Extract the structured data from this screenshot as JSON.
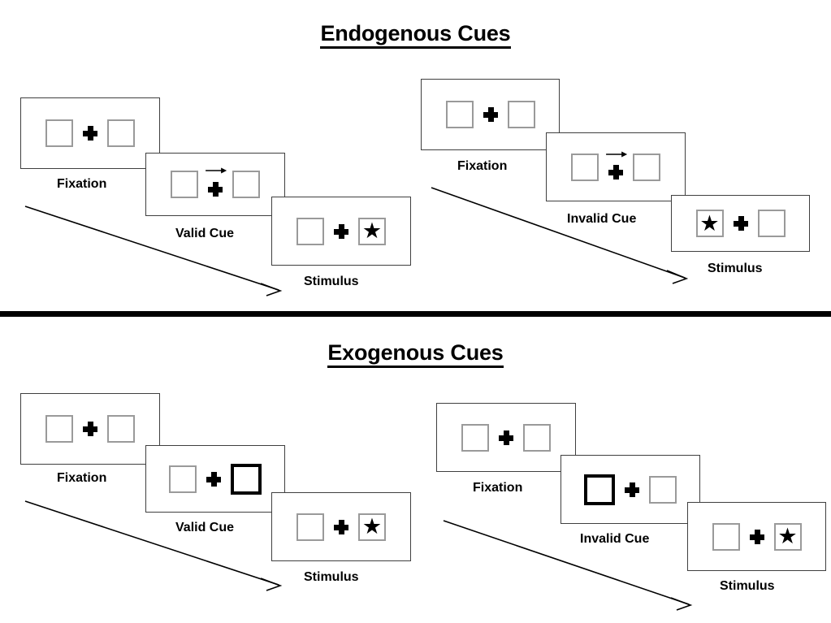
{
  "figure": {
    "title_top": "Endogenous Cues",
    "title_bottom": "Exogenous Cues"
  },
  "colors": {
    "ink": "#000000",
    "card_border": "#3f3f3f",
    "box_border": "#9a9a9a",
    "cue_box_border": "#000000",
    "background": "#ffffff"
  },
  "icons": {
    "fixation_cross": "plus-cross-icon",
    "star": "★",
    "cue_arrow": "arrow-right-icon",
    "flow_arrow": "diagonal-arrow-icon"
  },
  "sections": [
    {
      "id": "endogenous",
      "title": "Endogenous Cues",
      "sequences": [
        {
          "id": "endogenous-valid",
          "cue_type": "Valid Cue",
          "frames": [
            {
              "label": "Fixation",
              "left_box": "empty",
              "right_box": "empty",
              "cue": "none"
            },
            {
              "label": "Valid Cue",
              "left_box": "empty",
              "right_box": "empty",
              "cue": "arrow-right"
            },
            {
              "label": "Stimulus",
              "left_box": "empty",
              "right_box": "star",
              "cue": "none"
            }
          ]
        },
        {
          "id": "endogenous-invalid",
          "cue_type": "Invalid Cue",
          "frames": [
            {
              "label": "Fixation",
              "left_box": "empty",
              "right_box": "empty",
              "cue": "none"
            },
            {
              "label": "Invalid Cue",
              "left_box": "empty",
              "right_box": "empty",
              "cue": "arrow-right"
            },
            {
              "label": "Stimulus",
              "left_box": "star",
              "right_box": "empty",
              "cue": "none"
            }
          ]
        }
      ]
    },
    {
      "id": "exogenous",
      "title": "Exogenous Cues",
      "sequences": [
        {
          "id": "exogenous-valid",
          "cue_type": "Valid Cue",
          "frames": [
            {
              "label": "Fixation",
              "left_box": "empty",
              "right_box": "empty",
              "cue": "none"
            },
            {
              "label": "Valid Cue",
              "left_box": "empty",
              "right_box": "highlight",
              "cue": "none"
            },
            {
              "label": "Stimulus",
              "left_box": "empty",
              "right_box": "star",
              "cue": "none"
            }
          ]
        },
        {
          "id": "exogenous-invalid",
          "cue_type": "Invalid Cue",
          "frames": [
            {
              "label": "Fixation",
              "left_box": "empty",
              "right_box": "empty",
              "cue": "none"
            },
            {
              "label": "Invalid Cue",
              "left_box": "highlight",
              "right_box": "empty",
              "cue": "none"
            },
            {
              "label": "Stimulus",
              "left_box": "empty",
              "right_box": "star",
              "cue": "none"
            }
          ]
        }
      ]
    }
  ],
  "labels": {
    "fixation": "Fixation",
    "valid_cue": "Valid Cue",
    "invalid_cue": "Invalid Cue",
    "stimulus": "Stimulus"
  }
}
